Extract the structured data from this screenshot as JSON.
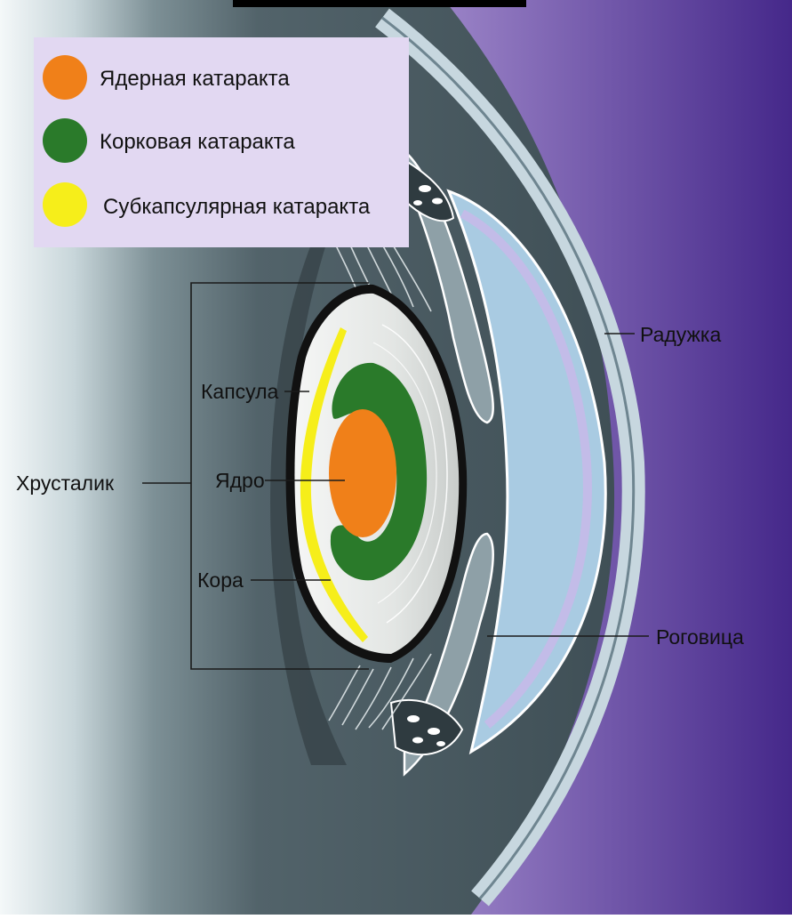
{
  "legend": {
    "items": [
      {
        "label": "Ядерная катаракта",
        "color": "#f08019"
      },
      {
        "label": "Корковая катаракта",
        "color": "#2a7a2a"
      },
      {
        "label": "Субкапсулярная катаракта",
        "color": "#f6ee1a"
      }
    ]
  },
  "labels": {
    "lens": "Хрусталик",
    "capsule": "Капсула",
    "nucleus": "Ядро",
    "cortex": "Кора",
    "iris": "Радужка",
    "cornea": "Роговица"
  },
  "colors": {
    "legend_bg": "#e2d8f2",
    "eye_gray": "#4f6168",
    "eye_light": "#dfe8ec",
    "aqueous": "#a9cbe2",
    "purple": "#4a2e86",
    "lens_white": "#eef0ef"
  }
}
